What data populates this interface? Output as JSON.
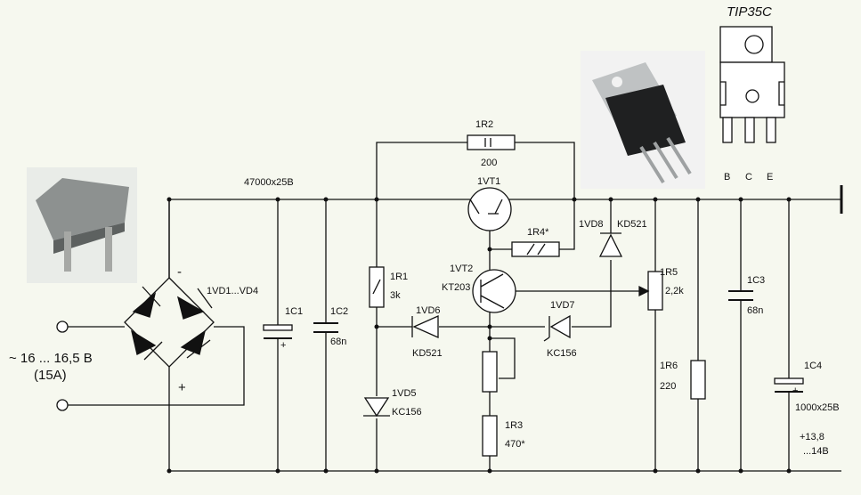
{
  "input": {
    "voltage": "~ 16 ... 16,5 B",
    "current": "(15A)"
  },
  "bridge": {
    "ref": "1VD1...VD4",
    "minus": "-",
    "plus": "+"
  },
  "c1": {
    "ref": "1C1",
    "value": "47000x25B",
    "plus": "+"
  },
  "c2": {
    "ref": "1C2",
    "value": "68n"
  },
  "r1": {
    "ref": "1R1",
    "value": "3k"
  },
  "vd5": {
    "ref": "1VD5",
    "value": "KC156"
  },
  "r2": {
    "ref": "1R2",
    "value": "200"
  },
  "vt1": {
    "ref": "1VT1"
  },
  "r4": {
    "ref": "1R4*"
  },
  "vt2": {
    "ref": "1VT2",
    "value": "KT203"
  },
  "vd6": {
    "ref": "1VD6",
    "value": "KD521"
  },
  "vd7": {
    "ref": "1VD7",
    "value": "KC156"
  },
  "vd8": {
    "ref": "1VD8",
    "value": "KD521"
  },
  "r3": {
    "ref": "1R3",
    "value": "470*"
  },
  "r5": {
    "ref": "1R5",
    "value": "2,2k"
  },
  "r6": {
    "ref": "1R6",
    "value": "220"
  },
  "c3": {
    "ref": "1C3",
    "value": "68n"
  },
  "c4": {
    "ref": "1C4",
    "value": "1000x25B",
    "plus": "+"
  },
  "output": {
    "line1": "+13,8",
    "line2": "...14B"
  },
  "transistor_pkg": {
    "title": "TIP35C",
    "pin_b": "B",
    "pin_c": "C",
    "pin_e": "E"
  },
  "colors": {
    "wire": "#111111",
    "background": "#f6f8ef"
  }
}
